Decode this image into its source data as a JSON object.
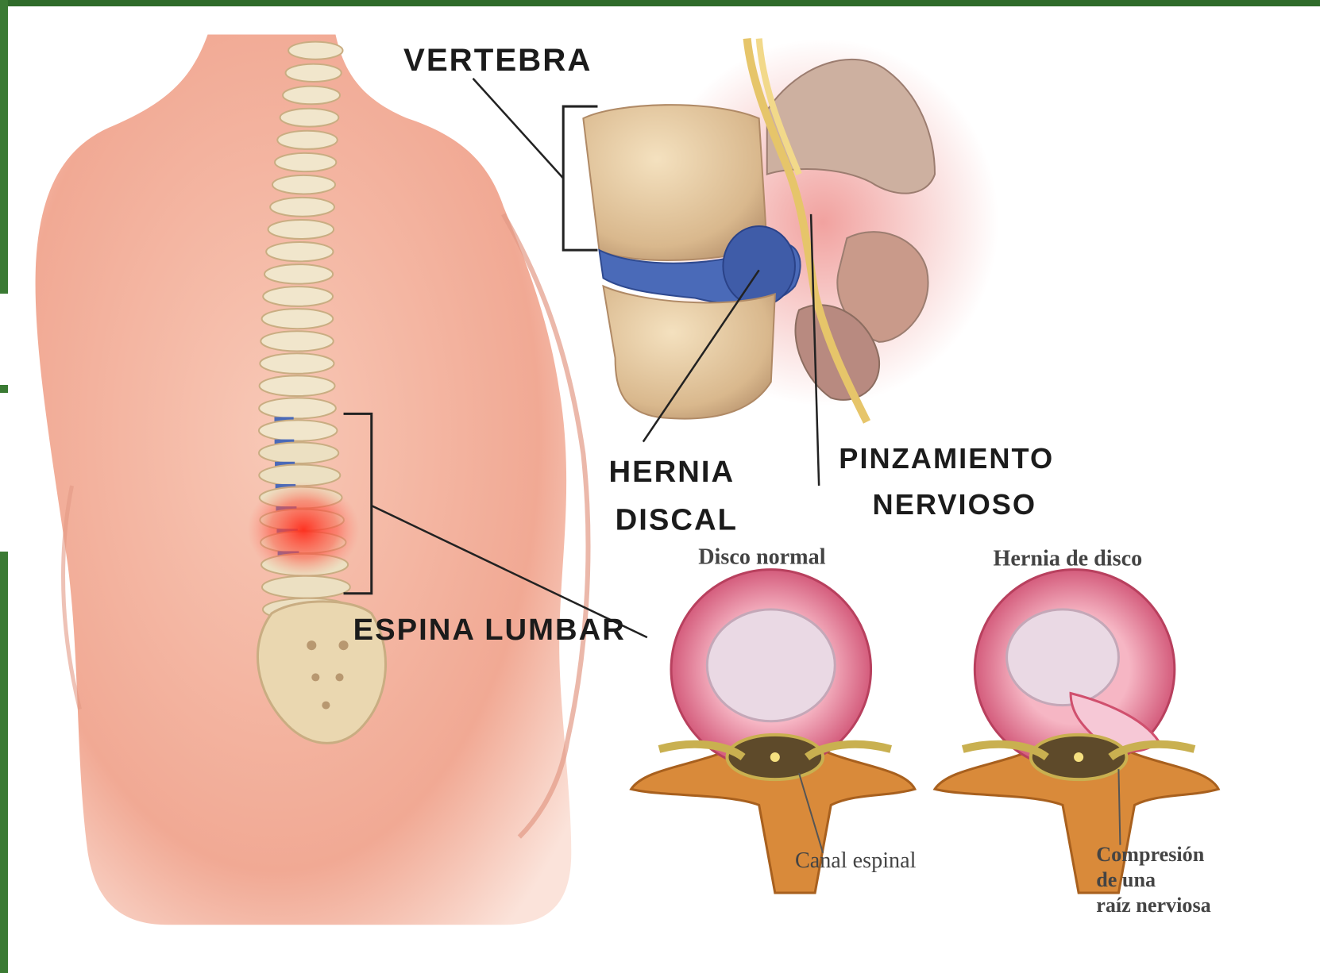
{
  "labels": {
    "vertebra": "VERTEBRA",
    "hernia_line1": "HERNIA",
    "hernia_line2": "DISCAL",
    "pinzamiento_line1": "PINZAMIENTO",
    "pinzamiento_line2": "NERVIOSO",
    "espina": "ESPINA LUMBAR",
    "disco_normal": "Disco normal",
    "hernia_disco": "Hernia de disco",
    "canal": "Canal espinal",
    "compresion_1": "Compresión",
    "compresion_2": "de una",
    "compresion_3": "raíz nerviosa"
  },
  "colors": {
    "frame_green": "#2f6b2a",
    "skin": "#f3b4a2",
    "bone": "#ead7b0",
    "disc_blue": "#4a6ab8",
    "inflammation_red": "#e8322a",
    "disc_pink": "#e98aa0",
    "nucleus": "#ead9e4",
    "vertebra_orange": "#d98a3a"
  }
}
